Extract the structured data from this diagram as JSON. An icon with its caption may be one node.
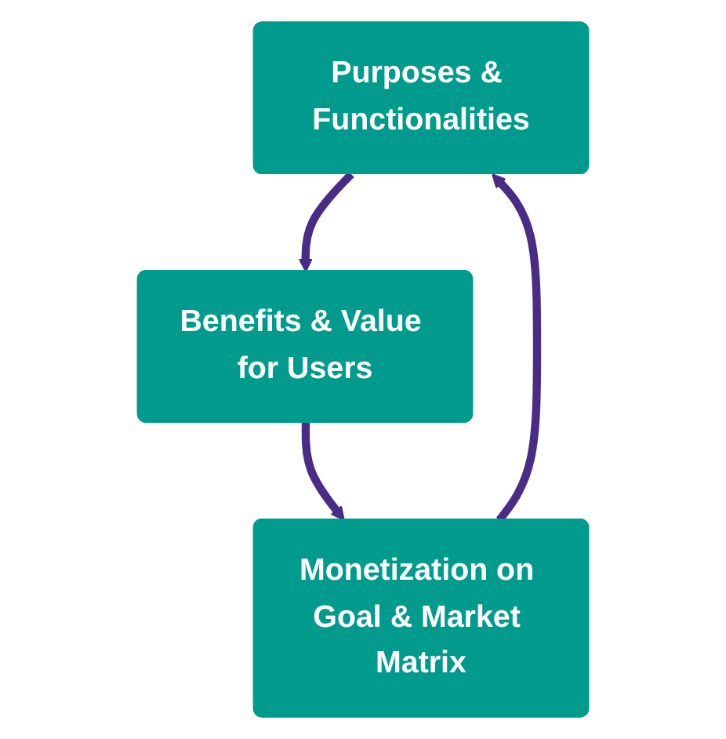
{
  "diagram": {
    "nodes": [
      {
        "text": [
          "Purposes & Functionalities"
        ]
      },
      {
        "text": [
          "Benefits & Value for Users"
        ]
      },
      {
        "text": [
          "Monetization on Goal & Market Matrix"
        ]
      }
    ],
    "edges": [
      {
        "from": 0,
        "to": 1,
        "arrow": "to"
      },
      {
        "from": 1,
        "to": 2,
        "arrow": "to"
      },
      {
        "from": 2,
        "to": 0,
        "arrow": "to"
      }
    ]
  }
}
